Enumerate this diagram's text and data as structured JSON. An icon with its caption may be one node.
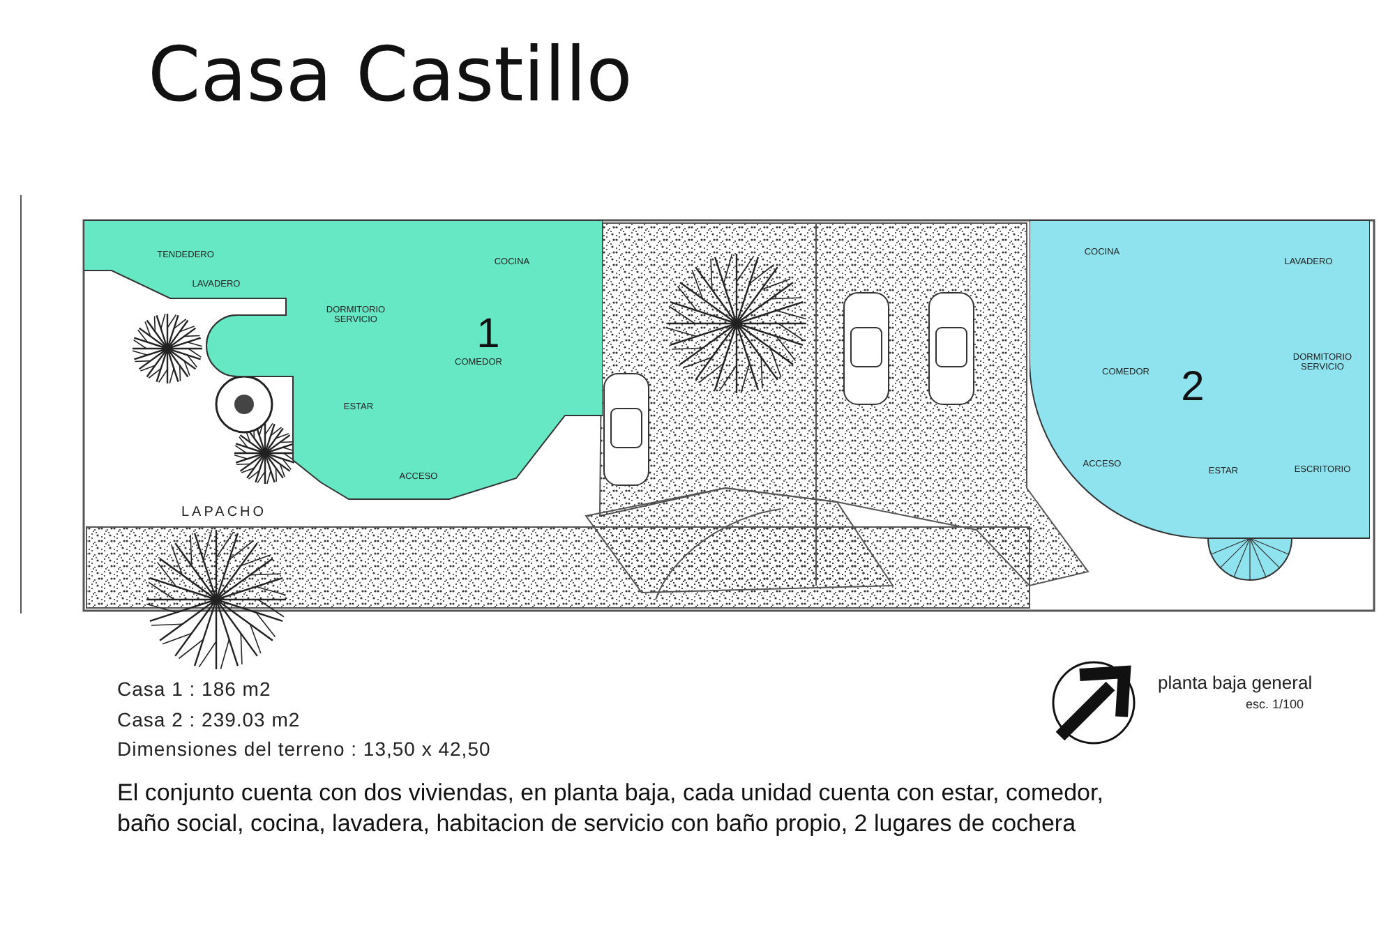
{
  "diagram": {
    "title": "Casa Castillo",
    "nodes": [
      {
        "text": [
          "1"
        ]
      },
      {
        "text": [
          "TENDEDERO"
        ],
        "in": 0
      },
      {
        "text": [
          "LAVADERO"
        ],
        "in": 0
      },
      {
        "text": [
          "COCINA"
        ],
        "in": 0
      },
      {
        "text": [
          "DORMITORIO SERVICIO"
        ],
        "in": 0
      },
      {
        "text": [
          "COMEDOR"
        ],
        "in": 0
      },
      {
        "text": [
          "ESTAR"
        ],
        "in": 0
      },
      {
        "text": [
          "ACCESO"
        ],
        "in": 0
      },
      {
        "text": [
          "2"
        ]
      },
      {
        "text": [
          "COCINA"
        ],
        "in": 8
      },
      {
        "text": [
          "LAVADERO"
        ],
        "in": 8
      },
      {
        "text": [
          "COMEDOR"
        ],
        "in": 8
      },
      {
        "text": [
          "DORMITORIO SERVICIO"
        ],
        "in": 8
      },
      {
        "text": [
          "ACCESO"
        ],
        "in": 8
      },
      {
        "text": [
          "ESTAR"
        ],
        "in": 8
      },
      {
        "text": [
          "ESCRITORIO"
        ],
        "in": 8
      }
    ],
    "edges": [],
    "labels": [
      "LAPACHO",
      "Casa 1 : 186 m2",
      "Casa 2 : 239.03 m2",
      "Dimensiones del terreno : 13,50 x 42,50",
      "planta baja general",
      "esc. 1/100",
      "El conjunto cuenta con dos viviendas, en planta baja, cada unidad cuenta con estar, comedor, baño social, cocina, lavadera, habitacion de servicio con baño propio, 2 lugares de cochera"
    ]
  }
}
